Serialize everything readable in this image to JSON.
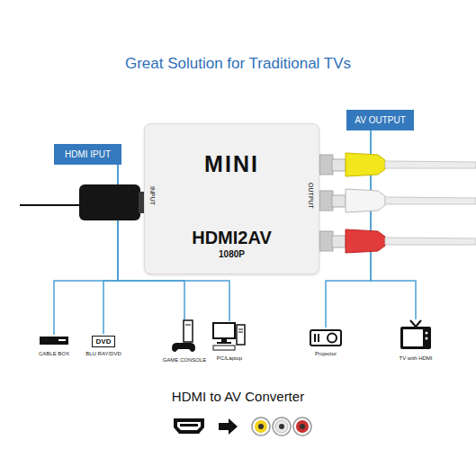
{
  "diagram": {
    "title": "Great Solution for Traditional TVs",
    "caption": "HDMI to AV Converter",
    "nodes": [
      {
        "text": [
          "MINI",
          "HDMI2AV",
          "1080P",
          "INPUT",
          "OUTPUT"
        ]
      },
      {
        "text": [
          "HDMI IPUT"
        ]
      },
      {
        "text": [
          "AV OUTPUT"
        ]
      },
      {
        "text": [
          "CABLE BOX"
        ]
      },
      {
        "text": [
          "DVD",
          "BLU RAY/DVD"
        ]
      },
      {
        "text": [
          "GAME CONSOLE"
        ]
      },
      {
        "text": [
          "PC/Laptop"
        ]
      },
      {
        "text": [
          "Projector"
        ]
      },
      {
        "text": [
          "TV with HDMI"
        ]
      }
    ],
    "edges": [
      {
        "from": 1,
        "to": 3,
        "arrow": "none"
      },
      {
        "from": 1,
        "to": 4,
        "arrow": "none"
      },
      {
        "from": 1,
        "to": 5,
        "arrow": "none"
      },
      {
        "from": 1,
        "to": 6,
        "arrow": "none"
      },
      {
        "from": 2,
        "to": 7,
        "arrow": "none"
      },
      {
        "from": 2,
        "to": 8,
        "arrow": "none"
      }
    ]
  }
}
